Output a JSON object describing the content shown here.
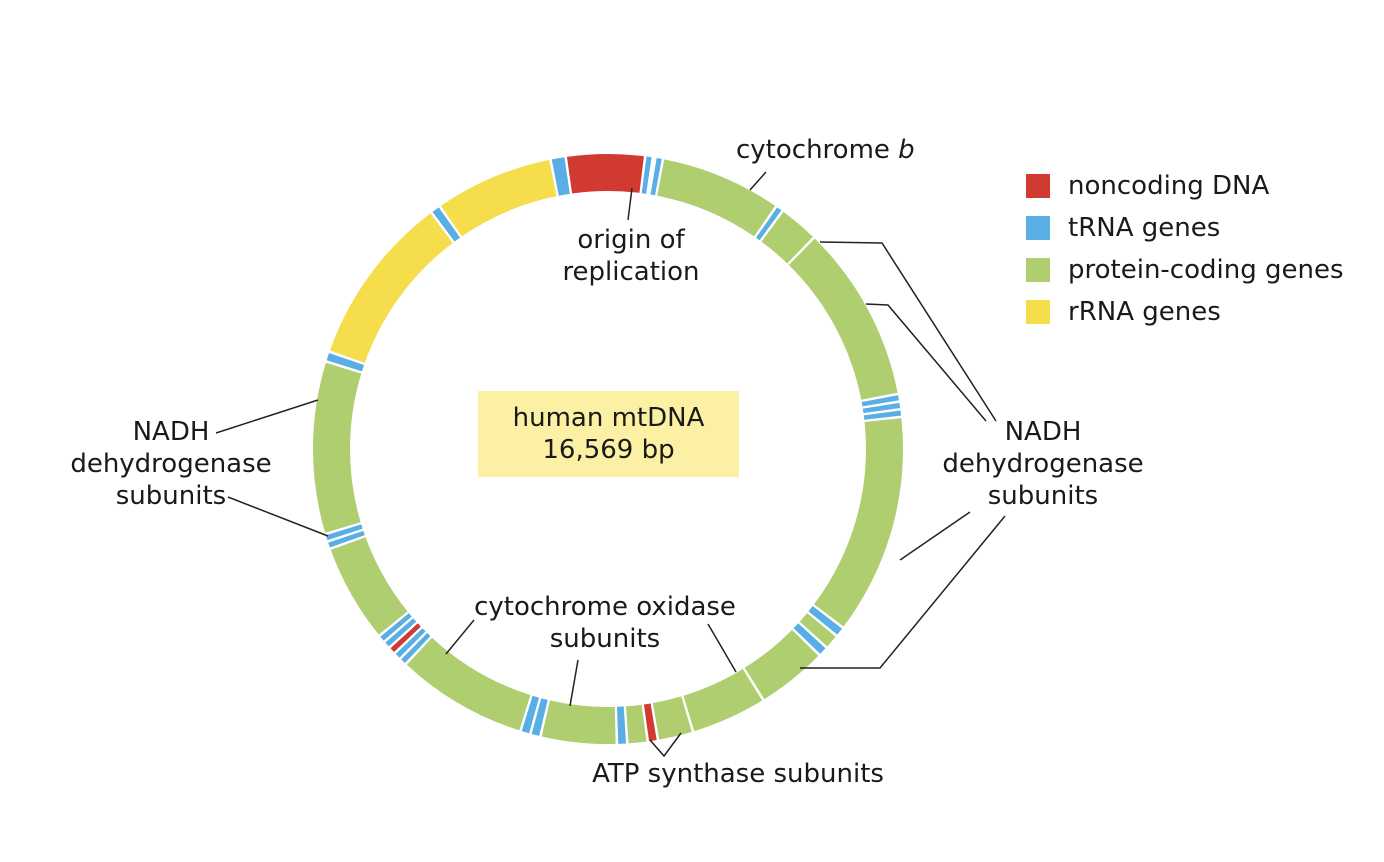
{
  "center": {
    "title": "human mtDNA",
    "size": "16,569 bp"
  },
  "labels": {
    "cytochrome_b_prefix": "cytochrome ",
    "cytochrome_b_italic": "b",
    "origin_line1": "origin of",
    "origin_line2": "replication",
    "nadh_left_line1": "NADH",
    "nadh_left_line2": "dehydrogenase",
    "nadh_left_line3": "subunits",
    "nadh_right_line1": "NADH",
    "nadh_right_line2": "dehydrogenase",
    "nadh_right_line3": "subunits",
    "cox_line1": "cytochrome oxidase",
    "cox_line2": "subunits",
    "atp": "ATP synthase subunits"
  },
  "legend": [
    {
      "label": "noncoding DNA",
      "color": "#d13a30"
    },
    {
      "label": "tRNA genes",
      "color": "#5aaee6"
    },
    {
      "label": "protein-coding genes",
      "color": "#aece70"
    },
    {
      "label": "rRNA genes",
      "color": "#f5dd4b"
    }
  ],
  "colors": {
    "noncoding": "#d13a30",
    "trna": "#5aaee6",
    "protein": "#aece70",
    "rrna": "#f5dd4b",
    "center_box": "#fbf0a3",
    "ring_background": "#ffffff",
    "leader_line": "#222222"
  },
  "genome_segments": [
    {
      "type": "noncoding",
      "from_deg": 352,
      "to_deg": 7
    },
    {
      "type": "trna",
      "from_deg": 7.5,
      "to_deg": 8.5
    },
    {
      "type": "trna",
      "from_deg": 9.5,
      "to_deg": 10.5
    },
    {
      "type": "protein",
      "from_deg": 11,
      "to_deg": 34.5
    },
    {
      "type": "trna",
      "from_deg": 35,
      "to_deg": 36
    },
    {
      "type": "protein",
      "from_deg": 36.5,
      "to_deg": 44
    },
    {
      "type": "protein",
      "from_deg": 44.5,
      "to_deg": 79
    },
    {
      "type": "trna",
      "from_deg": 79.5,
      "to_deg": 80.5
    },
    {
      "type": "trna",
      "from_deg": 81,
      "to_deg": 82
    },
    {
      "type": "trna",
      "from_deg": 82.5,
      "to_deg": 83.5
    },
    {
      "type": "protein",
      "from_deg": 84,
      "to_deg": 127
    },
    {
      "type": "trna",
      "from_deg": 127.5,
      "to_deg": 129
    },
    {
      "type": "protein",
      "from_deg": 129.5,
      "to_deg": 132
    },
    {
      "type": "trna",
      "from_deg": 132.5,
      "to_deg": 134
    },
    {
      "type": "protein",
      "from_deg": 134.5,
      "to_deg": 148
    },
    {
      "type": "protein",
      "from_deg": 148.5,
      "to_deg": 163
    },
    {
      "type": "protein",
      "from_deg": 163.5,
      "to_deg": 170
    },
    {
      "type": "noncoding",
      "from_deg": 170.5,
      "to_deg": 172
    },
    {
      "type": "protein",
      "from_deg": 172.5,
      "to_deg": 176
    },
    {
      "type": "trna",
      "from_deg": 176.5,
      "to_deg": 178
    },
    {
      "type": "protein",
      "from_deg": 178.5,
      "to_deg": 193
    },
    {
      "type": "trna",
      "from_deg": 193.5,
      "to_deg": 195
    },
    {
      "type": "trna",
      "from_deg": 195.5,
      "to_deg": 197
    },
    {
      "type": "protein",
      "from_deg": 197.5,
      "to_deg": 223
    },
    {
      "type": "trna",
      "from_deg": 223.5,
      "to_deg": 224.5
    },
    {
      "type": "trna",
      "from_deg": 225,
      "to_deg": 226
    },
    {
      "type": "noncoding",
      "from_deg": 226.5,
      "to_deg": 227.5
    },
    {
      "type": "trna",
      "from_deg": 228,
      "to_deg": 229
    },
    {
      "type": "trna",
      "from_deg": 229.5,
      "to_deg": 230.5
    },
    {
      "type": "protein",
      "from_deg": 231,
      "to_deg": 250
    },
    {
      "type": "trna",
      "from_deg": 250.5,
      "to_deg": 251.5
    },
    {
      "type": "trna",
      "from_deg": 252,
      "to_deg": 253
    },
    {
      "type": "protein",
      "from_deg": 253.5,
      "to_deg": 287
    },
    {
      "type": "trna",
      "from_deg": 287.5,
      "to_deg": 289
    },
    {
      "type": "rrna",
      "from_deg": 289.5,
      "to_deg": 323
    },
    {
      "type": "trna",
      "from_deg": 323.5,
      "to_deg": 325
    },
    {
      "type": "rrna",
      "from_deg": 325.5,
      "to_deg": 348.5
    },
    {
      "type": "trna",
      "from_deg": 349,
      "to_deg": 351.5
    }
  ]
}
